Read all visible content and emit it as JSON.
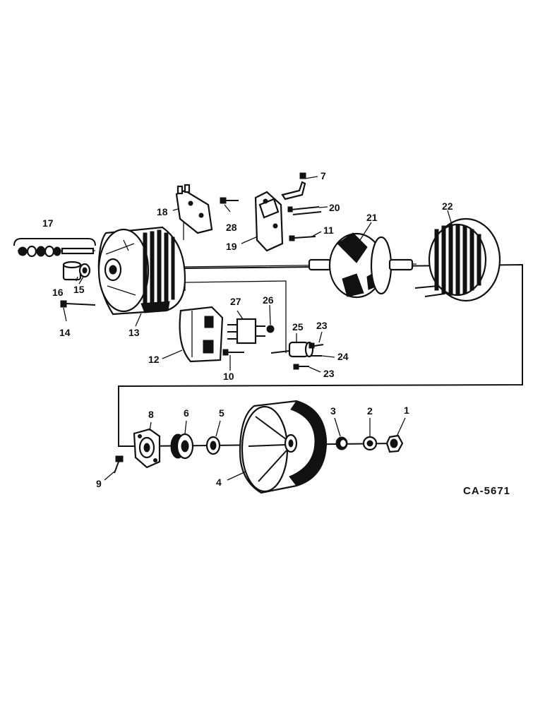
{
  "diagram": {
    "drawing_code": "CA-5671",
    "callouts": [
      "1",
      "2",
      "3",
      "4",
      "5",
      "6",
      "7",
      "8",
      "9",
      "10",
      "11",
      "12",
      "13",
      "14",
      "15",
      "16",
      "17",
      "18",
      "19",
      "20",
      "21",
      "22",
      "23",
      "23",
      "24",
      "25",
      "26",
      "27",
      "28"
    ]
  }
}
